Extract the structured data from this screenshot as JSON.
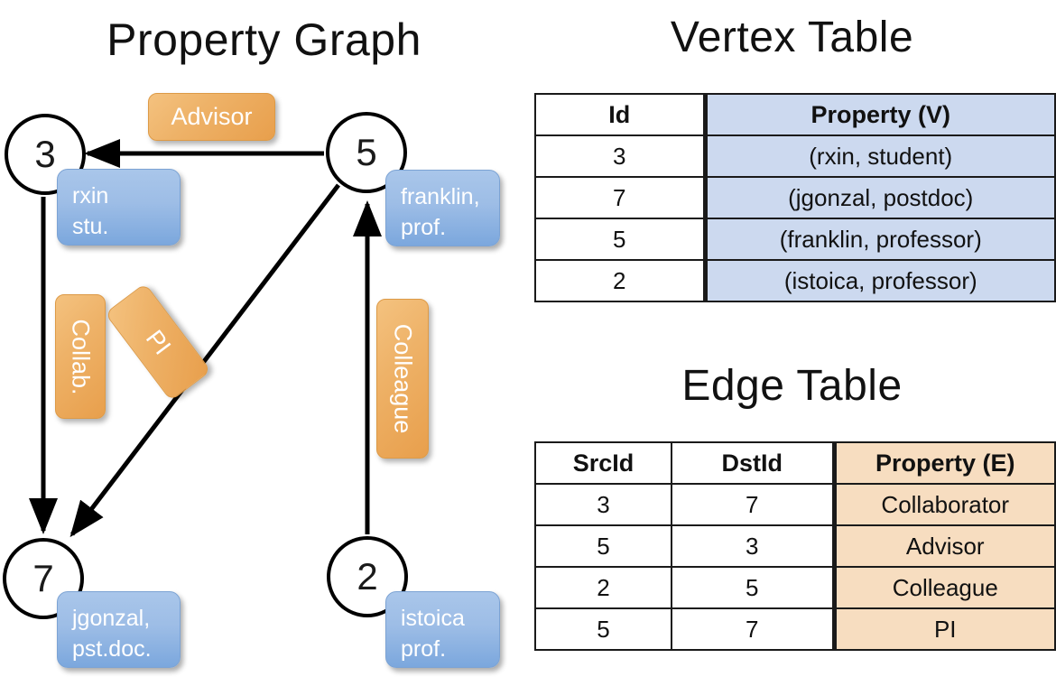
{
  "titles": {
    "property_graph": "Property Graph",
    "vertex_table": "Vertex Table",
    "edge_table": "Edge Table"
  },
  "graph": {
    "nodes": [
      {
        "id": "3",
        "property_label": {
          "line1": "rxin",
          "line2": "stu."
        }
      },
      {
        "id": "5",
        "property_label": {
          "line1": "franklin,",
          "line2": "prof."
        }
      },
      {
        "id": "7",
        "property_label": {
          "line1": "jgonzal,",
          "line2": "pst.doc."
        }
      },
      {
        "id": "2",
        "property_label": {
          "line1": "istoica",
          "line2": "prof."
        }
      }
    ],
    "edge_labels": [
      {
        "name": "advisor",
        "text": "Advisor"
      },
      {
        "name": "collab",
        "text": "Collab."
      },
      {
        "name": "pi",
        "text": "PI"
      },
      {
        "name": "colleague",
        "text": "Colleague"
      }
    ]
  },
  "vertex_table": {
    "headers": {
      "id": "Id",
      "property": "Property (V)"
    },
    "rows": [
      {
        "id": "3",
        "property": "(rxin, student)"
      },
      {
        "id": "7",
        "property": "(jgonzal, postdoc)"
      },
      {
        "id": "5",
        "property": "(franklin, professor)"
      },
      {
        "id": "2",
        "property": "(istoica, professor)"
      }
    ]
  },
  "edge_table": {
    "headers": {
      "src": "SrcId",
      "dst": "DstId",
      "property": "Property (E)"
    },
    "rows": [
      {
        "src": "3",
        "dst": "7",
        "property": "Collaborator"
      },
      {
        "src": "5",
        "dst": "3",
        "property": "Advisor"
      },
      {
        "src": "2",
        "dst": "5",
        "property": "Colleague"
      },
      {
        "src": "5",
        "dst": "7",
        "property": "PI"
      }
    ]
  },
  "colors": {
    "vertex_property_fill": "#ccd9ef",
    "edge_property_fill": "#f7ddc0",
    "node_property_box": "#9dbde6",
    "edge_label_box": "#eeb268",
    "stroke": "#000000"
  }
}
